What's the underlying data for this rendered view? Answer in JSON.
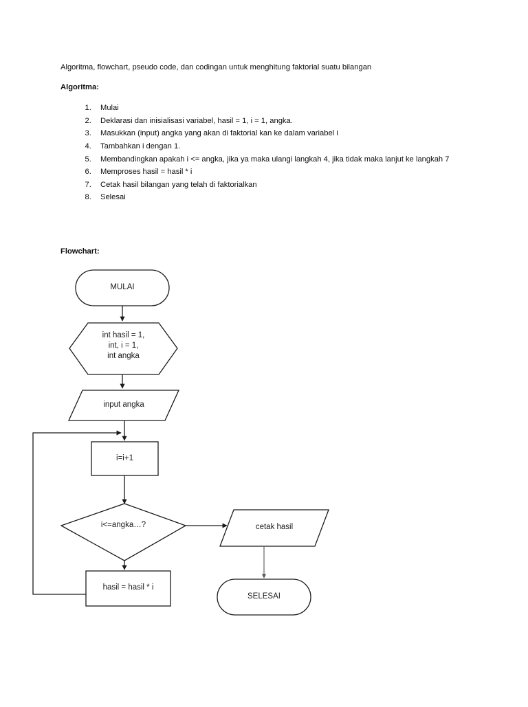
{
  "document": {
    "intro": "Algoritma, flowchart, pseudo code, dan codingan untuk menghitung faktorial suatu bilangan",
    "algoritma_heading": "Algoritma:",
    "algoritma_steps": [
      "Mulai",
      "Deklarasi dan inisialisasi variabel, hasil = 1, i = 1, angka.",
      "Masukkan (input) angka yang akan di faktorial kan ke dalam variabel i",
      "Tambahkan i dengan 1.",
      "Membandingkan apakah i <= angka, jika ya maka ulangi langkah 4, jika tidak maka lanjut ke langkah 7",
      "Memproses hasil = hasil * i",
      "Cetak hasil bilangan yang telah di faktorialkan",
      "Selesai"
    ],
    "flowchart_heading": "Flowchart:"
  },
  "flowchart": {
    "stroke_color": "#1a1a1a",
    "fill_color": "#ffffff",
    "nodes": {
      "start": {
        "label": "MULAI",
        "shape": "terminator"
      },
      "declare": {
        "label": "int hasil = 1,\nint, i = 1,\nint angka",
        "shape": "hexagon"
      },
      "input": {
        "label": "input angka",
        "shape": "parallelogram"
      },
      "increment": {
        "label": "i=i+1",
        "shape": "process"
      },
      "decision": {
        "label": "i<=angka…?",
        "shape": "decision"
      },
      "multiply": {
        "label": "hasil = hasil * i",
        "shape": "process"
      },
      "print": {
        "label": "cetak hasil",
        "shape": "parallelogram"
      },
      "end": {
        "label": "SELESAI",
        "shape": "terminator"
      }
    }
  }
}
